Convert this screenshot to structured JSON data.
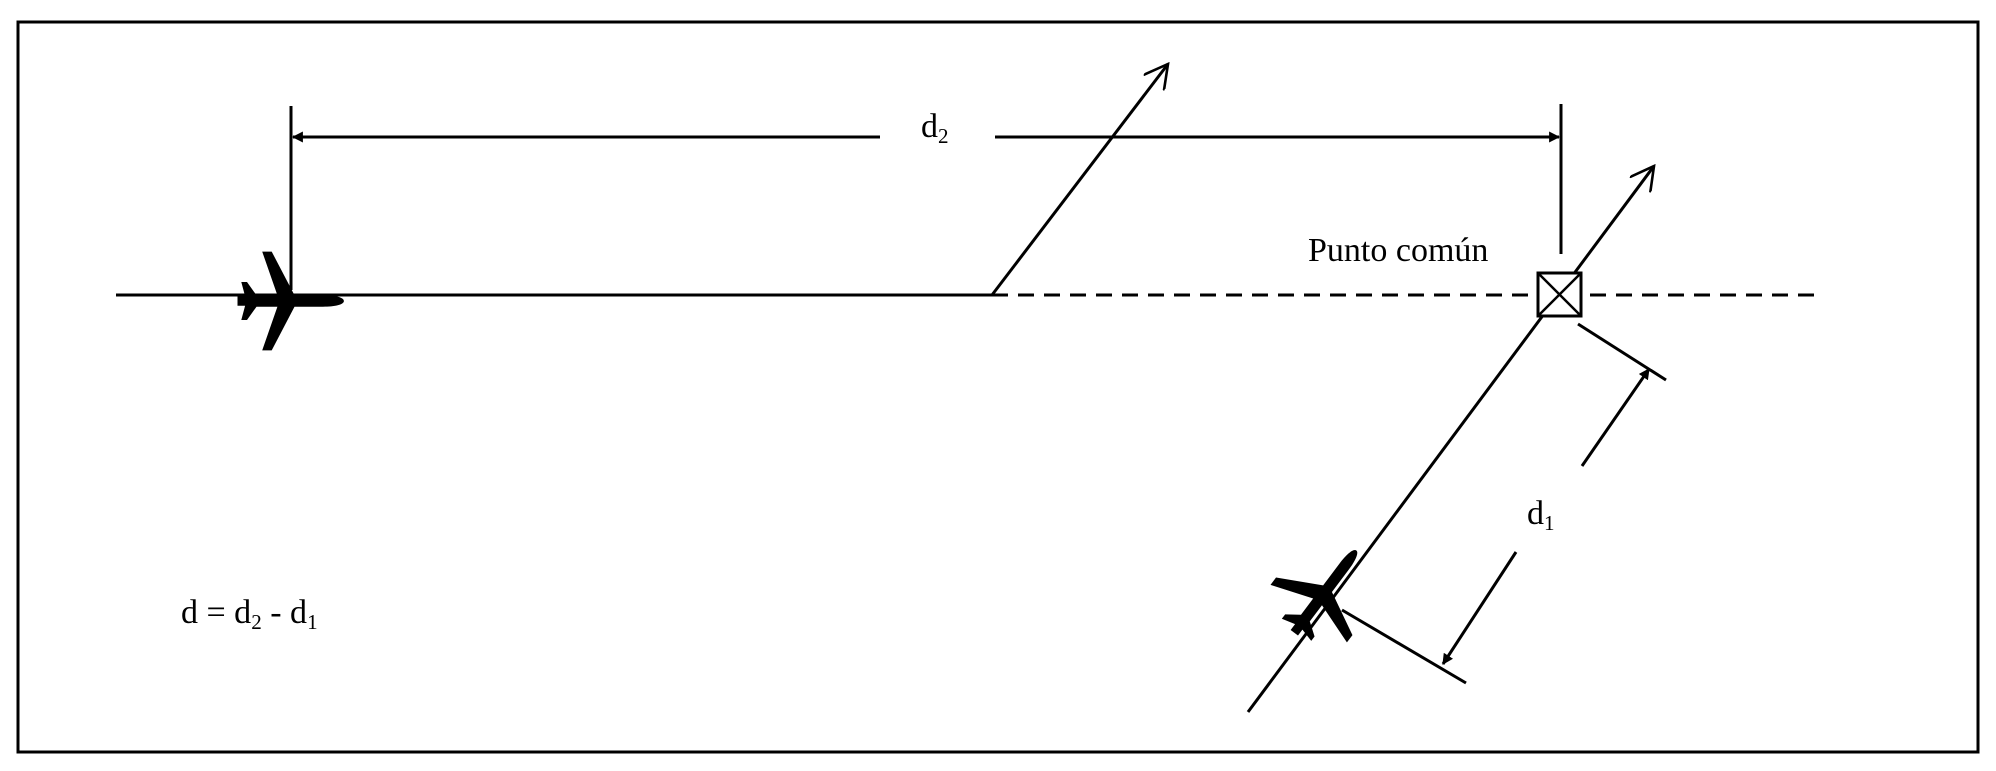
{
  "labels": {
    "d2_var": "d",
    "d2_sub": "2",
    "d1_var": "d",
    "d1_sub": "1",
    "common_point": "Punto común",
    "formula": {
      "lhs": "d = d",
      "sub2": "2",
      "minus": " - d",
      "sub1": "1"
    }
  },
  "colors": {
    "ink": "#000000",
    "background": "#ffffff"
  },
  "icons": {
    "aircraft_level": "airplane-icon",
    "aircraft_climbing": "airplane-icon",
    "waypoint": "crossed-box-icon"
  }
}
